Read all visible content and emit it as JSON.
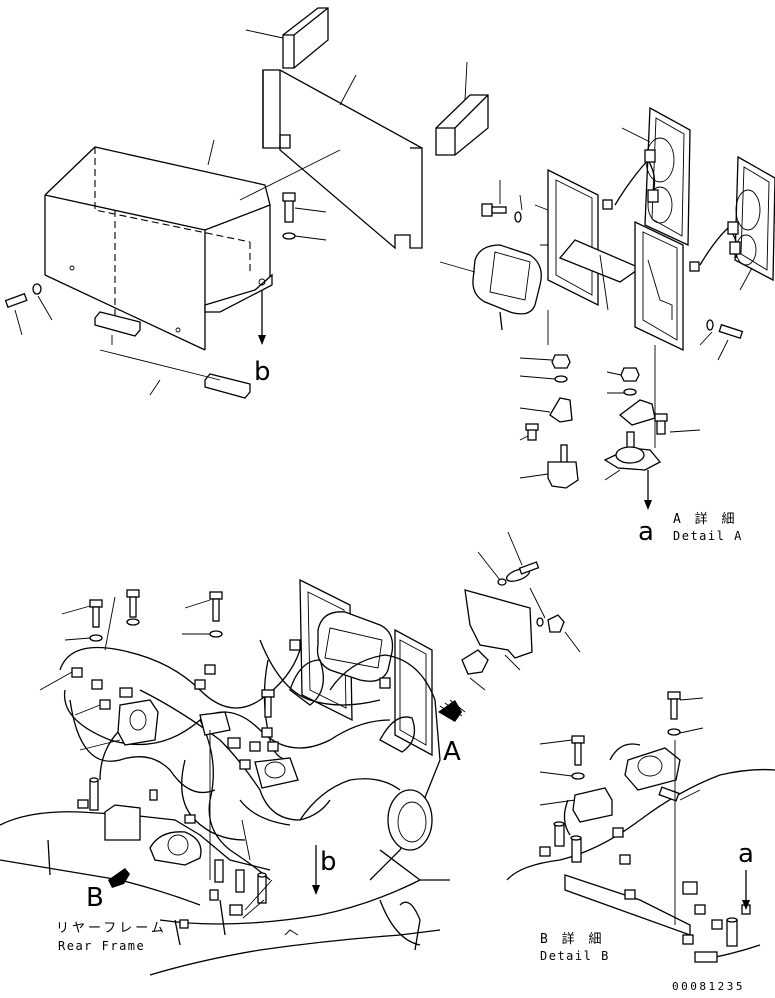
{
  "callout_letters": {
    "b_top": "b",
    "a_detailA": "a",
    "A_view": "A",
    "B_view": "B",
    "a_detailB": "a",
    "b_main": "b"
  },
  "detail_a": {
    "jp": "A 詳 細",
    "en": "Detail A"
  },
  "detail_b": {
    "jp": "B 詳 細",
    "en": "Detail B"
  },
  "rear_frame": {
    "jp": "リヤーフレーム",
    "en": "Rear Frame"
  },
  "drawing_code": "00081235"
}
